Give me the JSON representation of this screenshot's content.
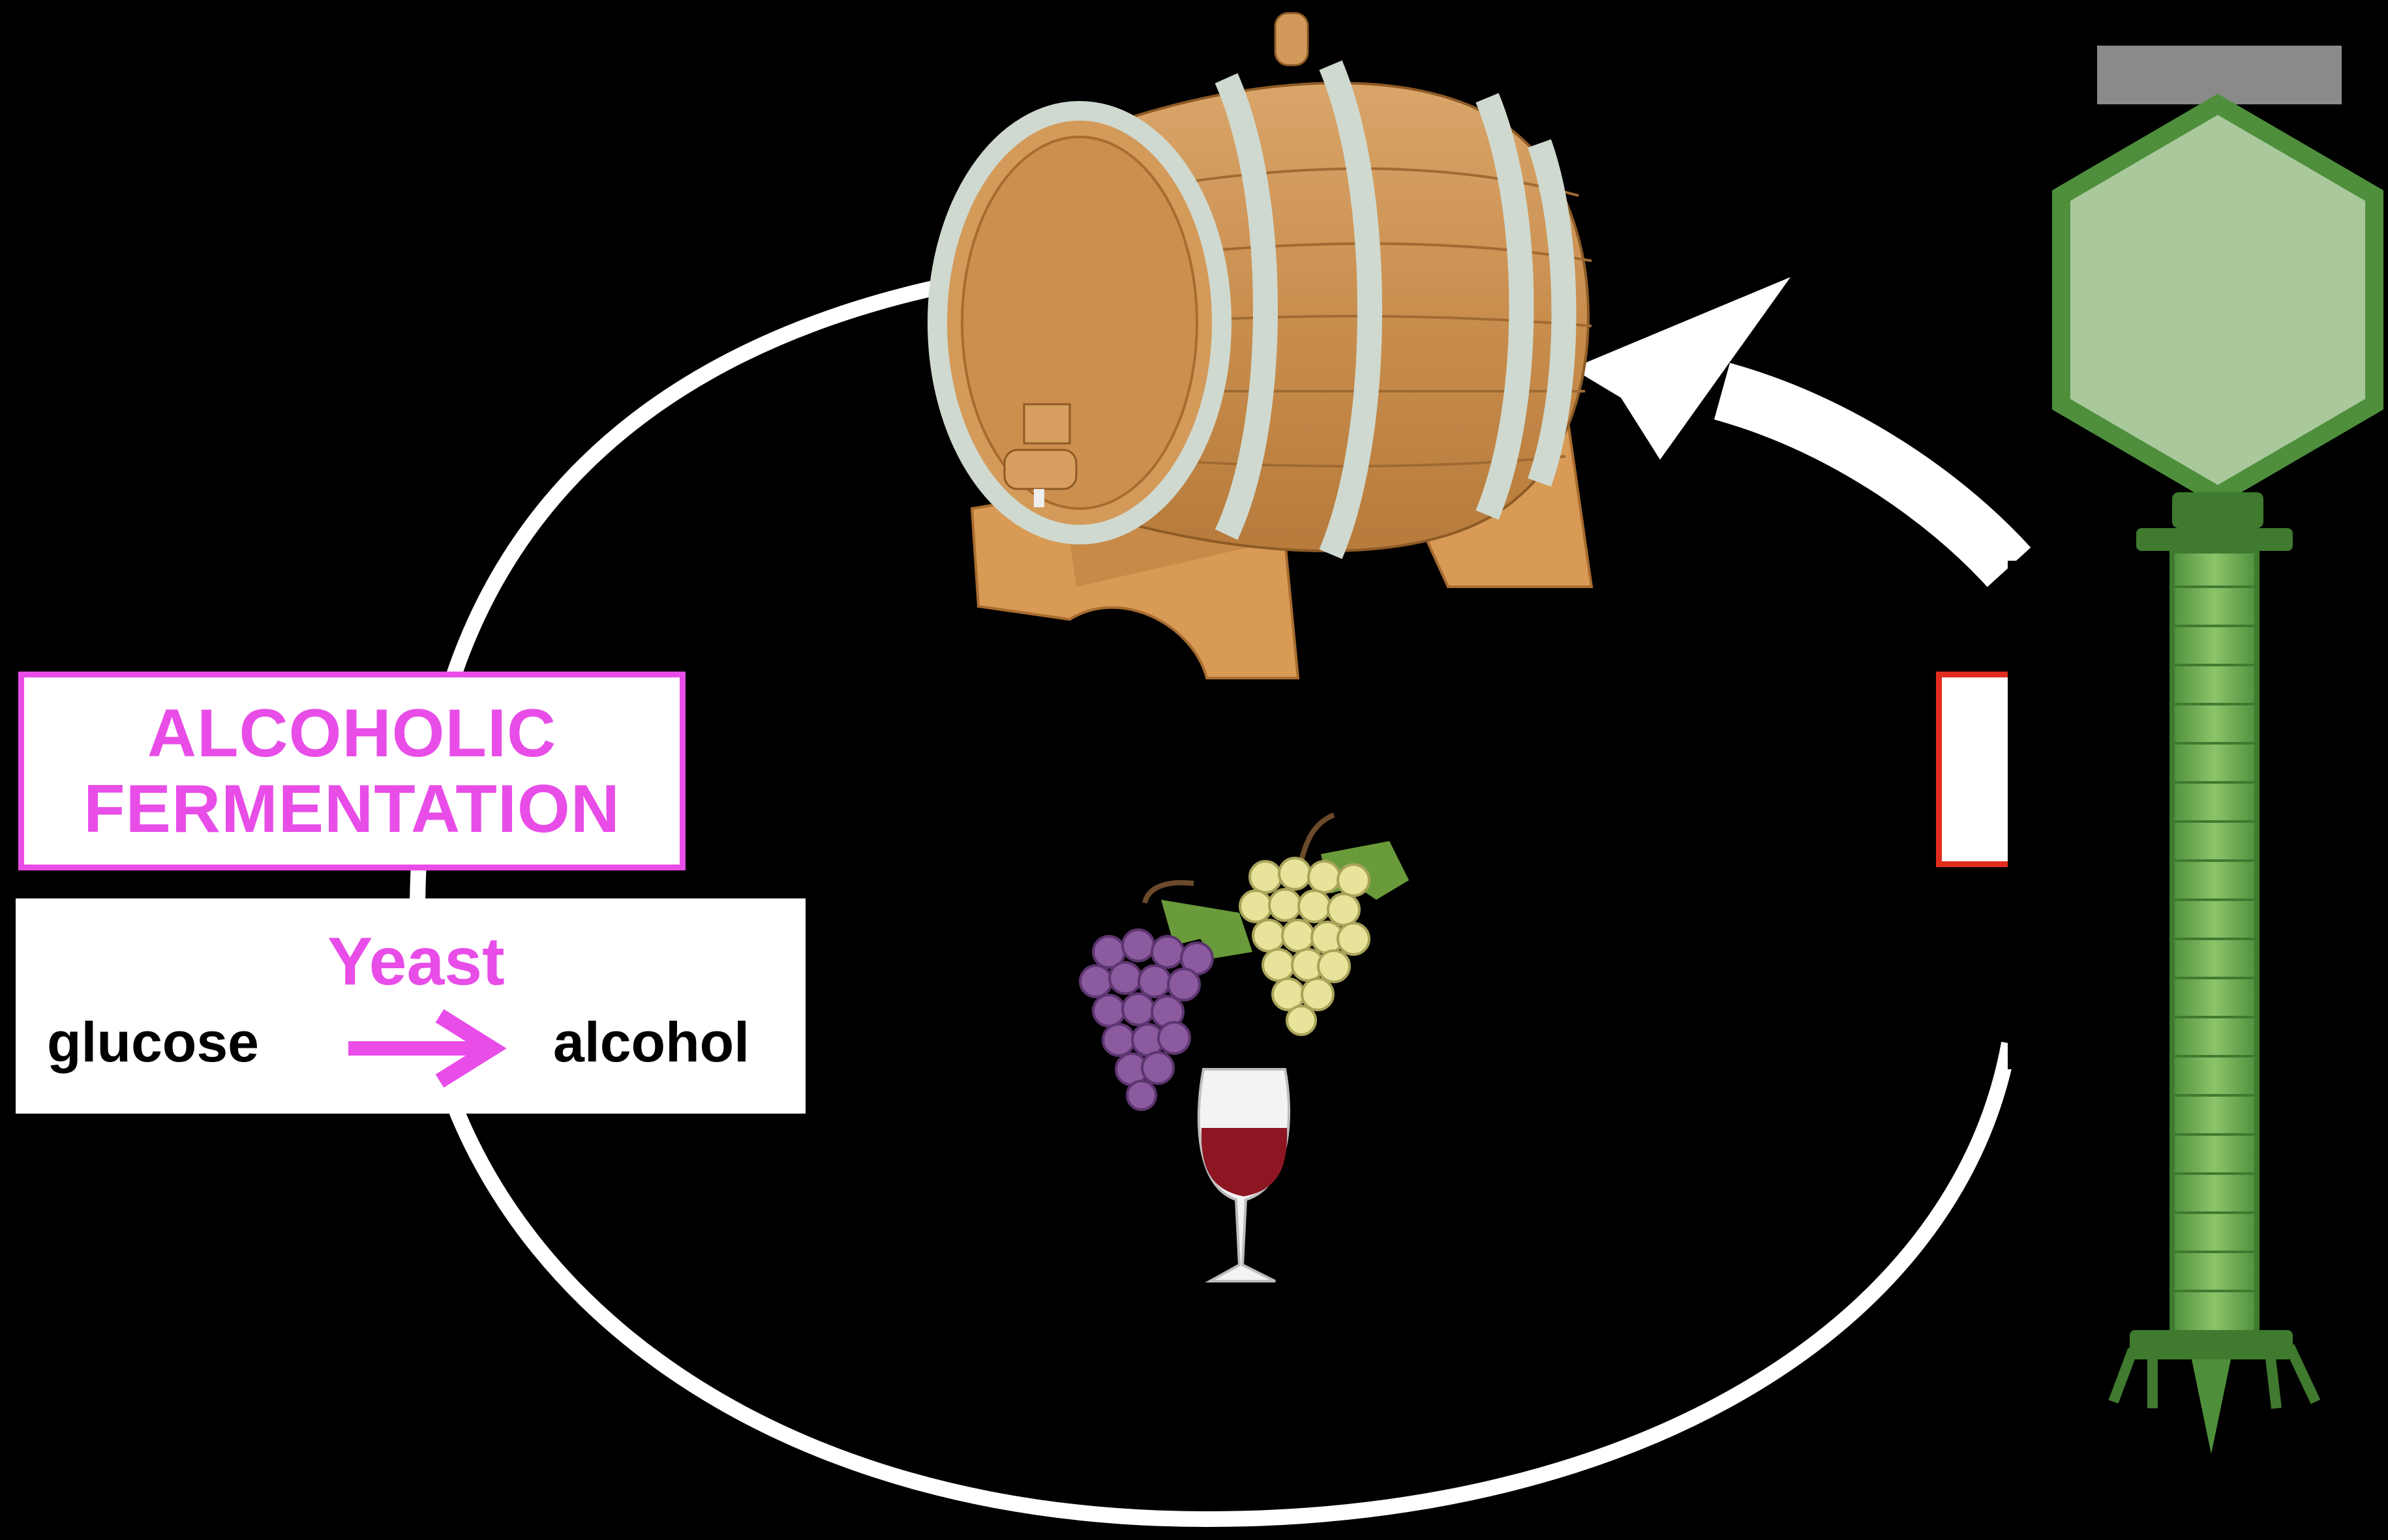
{
  "fermentation_box": {
    "title_line1": "ALCOHOLIC",
    "title_line2": "FERMENTATION"
  },
  "equation": {
    "catalyst": "Yeast",
    "reactant": "glucose",
    "product": "alcohol"
  },
  "colors": {
    "background": "#000000",
    "accent_magenta": "#e84de8",
    "cycle_arrow": "#ffffff",
    "red_box_border": "#e12d1f",
    "phage_green": "#5b9e4a"
  },
  "icons": [
    "wine-barrel-icon",
    "purple-grapes-icon",
    "green-grapes-icon",
    "wine-glass-icon",
    "bacteriophage-icon"
  ]
}
